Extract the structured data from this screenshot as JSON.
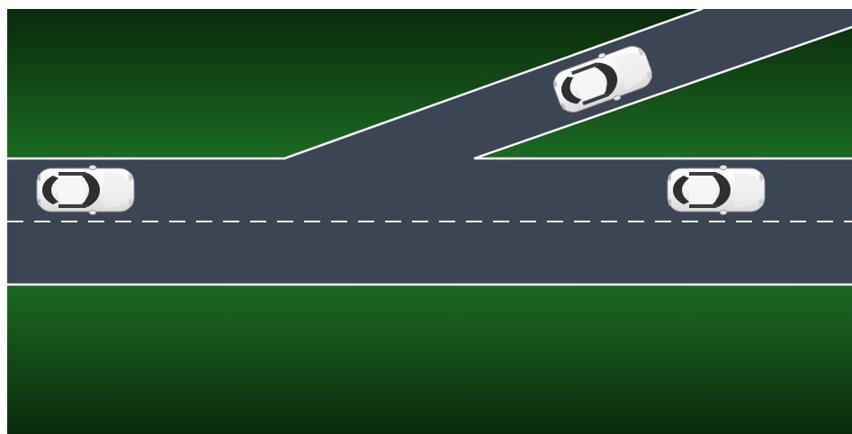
{
  "scene": {
    "colors": {
      "grass_light": "#1b6a22",
      "grass_dark": "#0a2a0c",
      "road": "#3b4553",
      "road_edge_line": "#ffffff",
      "lane_dash": "#ffffff",
      "car_body": "#f4f4f4",
      "car_window": "#2d2f33"
    },
    "road_elements": [
      {
        "name": "main-road",
        "kind": "straight road"
      },
      {
        "name": "merging-ramp",
        "kind": "diagonal on-ramp"
      },
      {
        "name": "center-lane-divider",
        "kind": "dashed line"
      }
    ],
    "cars": [
      {
        "name": "car-left",
        "color": "white",
        "heading": "right",
        "lane": "upper",
        "road": "main-road"
      },
      {
        "name": "car-right",
        "color": "white",
        "heading": "right",
        "lane": "upper",
        "road": "main-road"
      },
      {
        "name": "car-ramp",
        "color": "white",
        "heading": "up-right",
        "lane": "ramp",
        "road": "merging-ramp"
      }
    ]
  }
}
